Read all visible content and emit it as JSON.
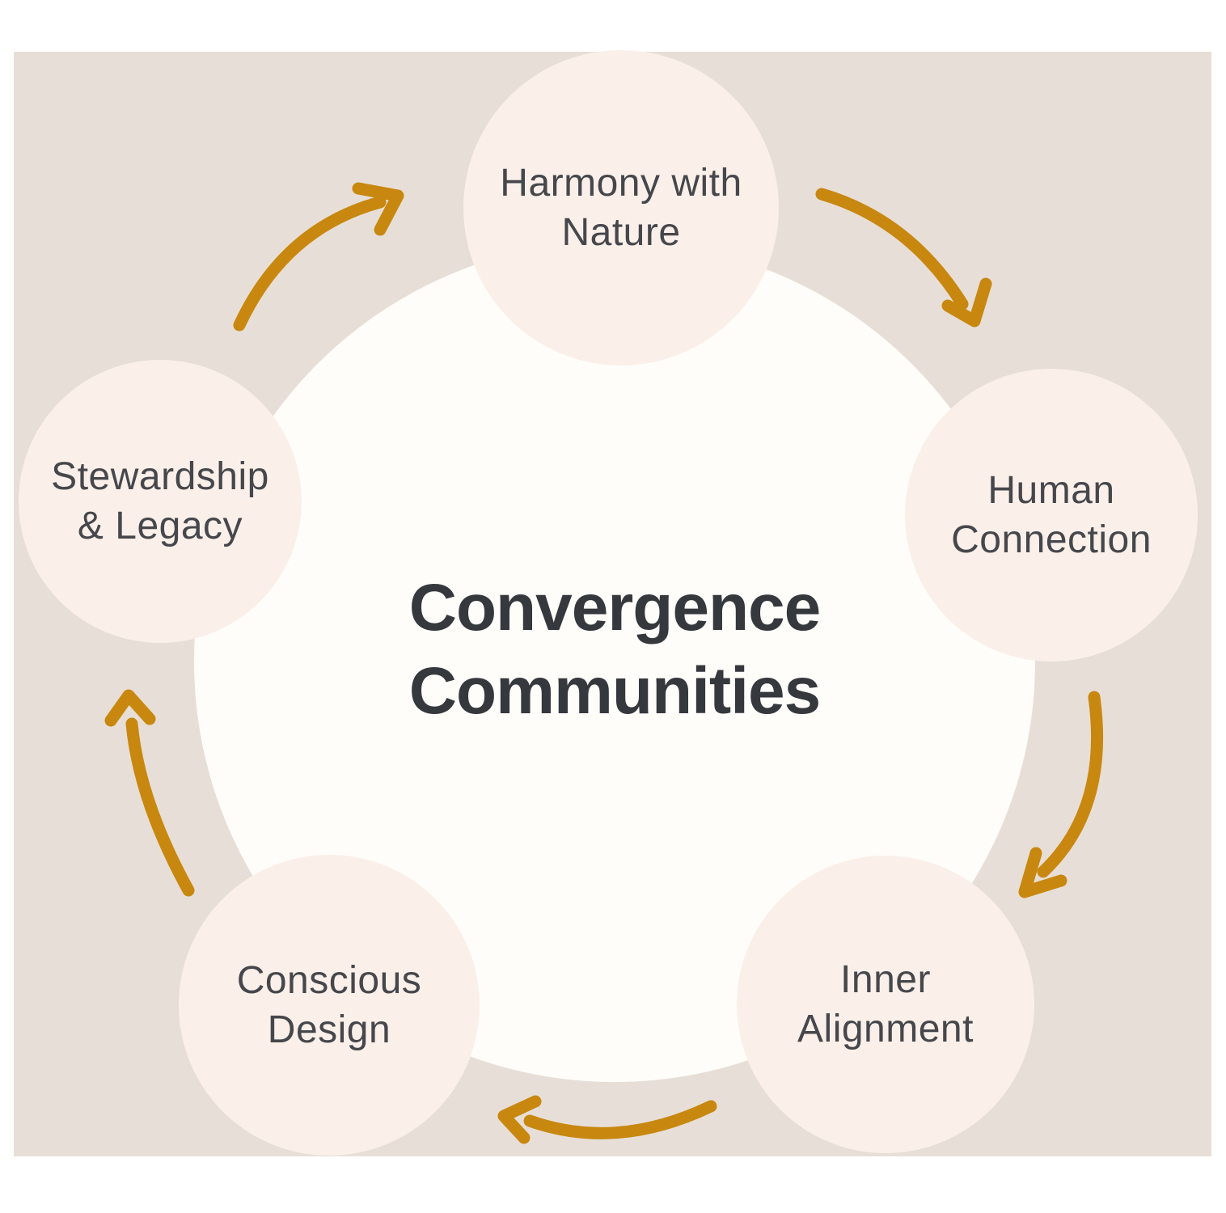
{
  "diagram": {
    "title_lines": [
      "Convergence",
      "Communities"
    ],
    "nodes": [
      {
        "id": "harmony-with-nature",
        "position": "top",
        "lines": [
          "Harmony with",
          "Nature"
        ]
      },
      {
        "id": "human-connection",
        "position": "right",
        "lines": [
          "Human",
          "Connection"
        ]
      },
      {
        "id": "inner-alignment",
        "position": "bottom-right",
        "lines": [
          "Inner",
          "Alignment"
        ]
      },
      {
        "id": "conscious-design",
        "position": "bottom-left",
        "lines": [
          "Conscious",
          "Design"
        ]
      },
      {
        "id": "stewardship-legacy",
        "position": "left",
        "lines": [
          "Stewardship",
          "& Legacy"
        ]
      }
    ],
    "arrows": [
      {
        "from": "stewardship-legacy",
        "to": "harmony-with-nature"
      },
      {
        "from": "harmony-with-nature",
        "to": "human-connection"
      },
      {
        "from": "human-connection",
        "to": "inner-alignment"
      },
      {
        "from": "inner-alignment",
        "to": "conscious-design"
      },
      {
        "from": "conscious-design",
        "to": "stewardship-legacy"
      }
    ],
    "flow": "clockwise cycle",
    "colors": {
      "page_background": "#ffffff",
      "panel_background": "#e7dfd7",
      "node_fill": "#faf0e9",
      "center_fill": "#fffdfa",
      "arrow": "#c8870f",
      "title_text": "#35383d",
      "node_text": "#46474c"
    }
  }
}
